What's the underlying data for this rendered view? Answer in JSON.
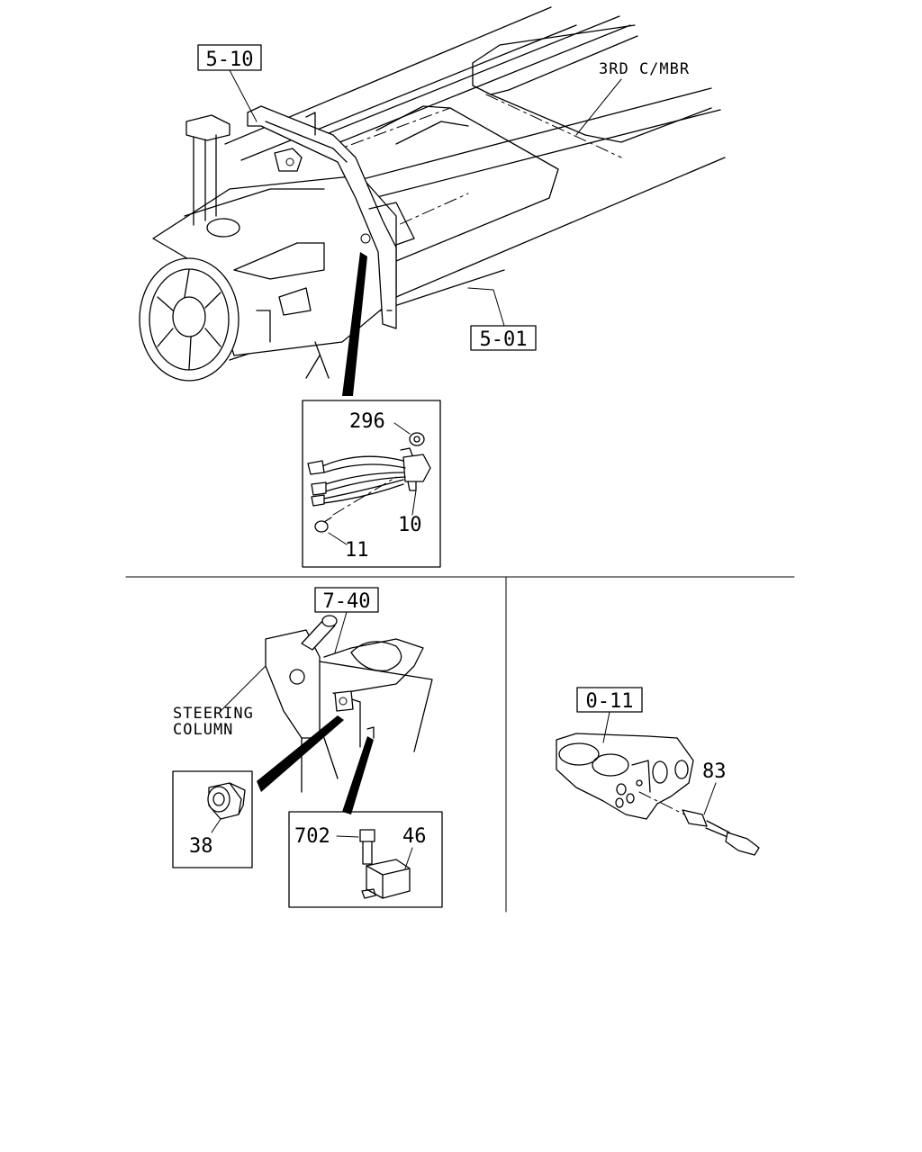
{
  "refs": {
    "r_5_10": "5-10",
    "r_5_01": "5-01",
    "r_7_40": "7-40",
    "r_0_11": "0-11"
  },
  "annotations": {
    "third_cross_member": "3RD C/MBR",
    "steering_line1": "STEERING",
    "steering_line2": "COLUMN"
  },
  "part_numbers": {
    "p296": "296",
    "p10": "10",
    "p11": "11",
    "p38": "38",
    "p702": "702",
    "p46": "46",
    "p83": "83"
  }
}
